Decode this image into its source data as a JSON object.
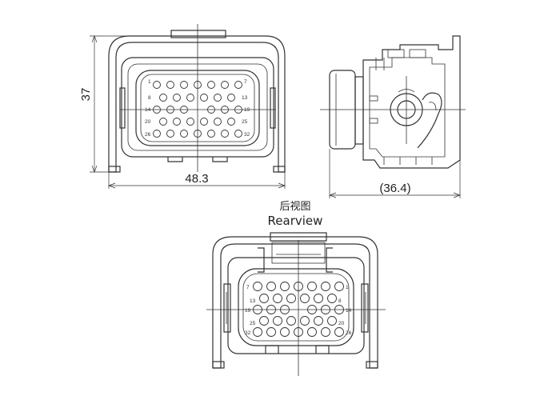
{
  "dimensions": {
    "height": "37",
    "width": "48.3",
    "depth": "(36.4)"
  },
  "caption": {
    "chinese": "后视图",
    "english": "Rearview"
  },
  "front_view_pin_labels": {
    "top_left": "1",
    "top_right": "7",
    "row2_left": "8",
    "row2_right": "13",
    "mid_left": "14",
    "mid_right": "19",
    "row4_left": "20",
    "row4_right": "25",
    "bottom_left": "26",
    "bottom_right": "32"
  },
  "rear_view_pin_labels": {
    "top_left": "7",
    "top_right": "1",
    "row2_left": "13",
    "row2_right": "8",
    "mid_left": "19",
    "mid_right": "14",
    "row4_left": "25",
    "row4_right": "20",
    "bottom_left": "32",
    "bottom_right": "26"
  }
}
